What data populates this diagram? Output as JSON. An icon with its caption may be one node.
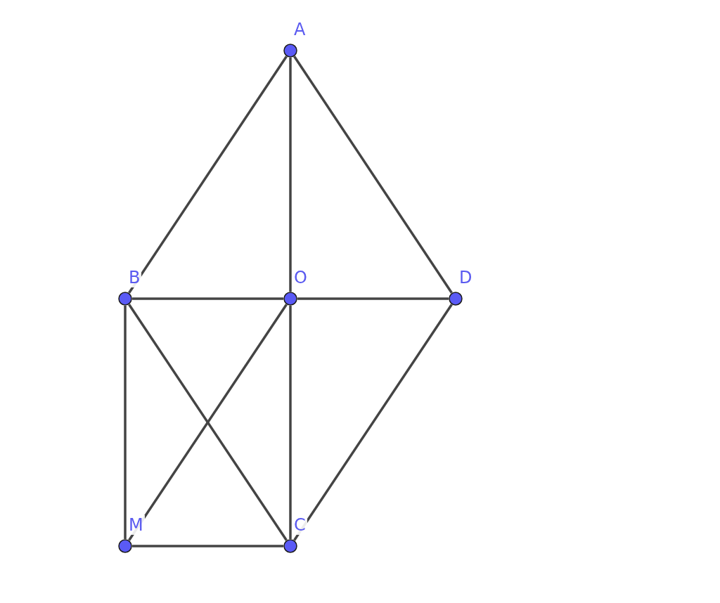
{
  "diagram": {
    "nodes": [
      {
        "text": [
          "A"
        ]
      },
      {
        "text": [
          "B"
        ]
      },
      {
        "text": [
          "O"
        ]
      },
      {
        "text": [
          "D"
        ]
      },
      {
        "text": [
          "M"
        ]
      },
      {
        "text": [
          "C"
        ]
      }
    ],
    "edges": [
      {
        "from": 0,
        "to": 1,
        "arrow": "none"
      },
      {
        "from": 0,
        "to": 2,
        "arrow": "none"
      },
      {
        "from": 0,
        "to": 3,
        "arrow": "none"
      },
      {
        "from": 1,
        "to": 2,
        "arrow": "none"
      },
      {
        "from": 2,
        "to": 3,
        "arrow": "none"
      },
      {
        "from": 1,
        "to": 4,
        "arrow": "none"
      },
      {
        "from": 1,
        "to": 5,
        "arrow": "none"
      },
      {
        "from": 2,
        "to": 4,
        "arrow": "none"
      },
      {
        "from": 2,
        "to": 5,
        "arrow": "none"
      },
      {
        "from": 3,
        "to": 5,
        "arrow": "none"
      },
      {
        "from": 4,
        "to": 5,
        "arrow": "none"
      }
    ]
  }
}
